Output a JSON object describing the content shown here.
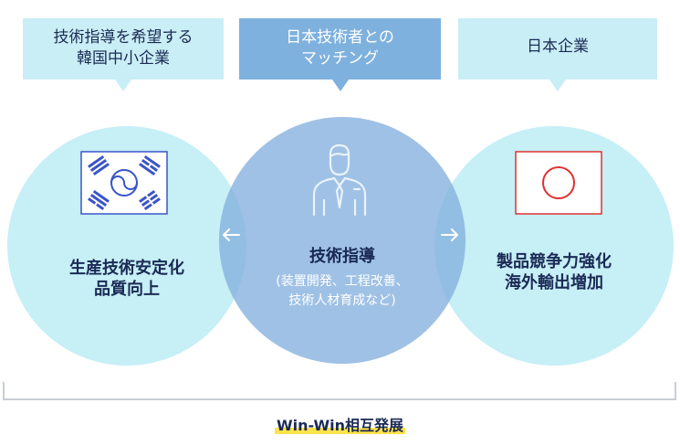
{
  "top_boxes": {
    "left": {
      "line1": "技術指導を希望する",
      "line2": "韓国中小企業"
    },
    "middle": {
      "line1": "日本技術者との",
      "line2": "マッチング"
    },
    "right": {
      "line1": "日本企業"
    }
  },
  "circles": {
    "left": {
      "icon": "korea-flag-icon",
      "line1": "生産技術安定化",
      "line2": "品質向上"
    },
    "middle": {
      "icon": "engineer-person-icon",
      "title": "技術指導",
      "sub1": "(装置開発、工程改善、",
      "sub2": "技術人材育成など)"
    },
    "right": {
      "icon": "japan-flag-icon",
      "line1": "製品競争力強化",
      "line2": "海外輸出増加"
    }
  },
  "caption": "Win-Win相互発展",
  "colors": {
    "light_blue": "#c6eff6",
    "mid_blue": "#84b0de",
    "navy_text": "#1b2a55",
    "highlight": "#ffe34d",
    "japan_red": "#e03030",
    "korea_blue": "#3a55c8"
  }
}
